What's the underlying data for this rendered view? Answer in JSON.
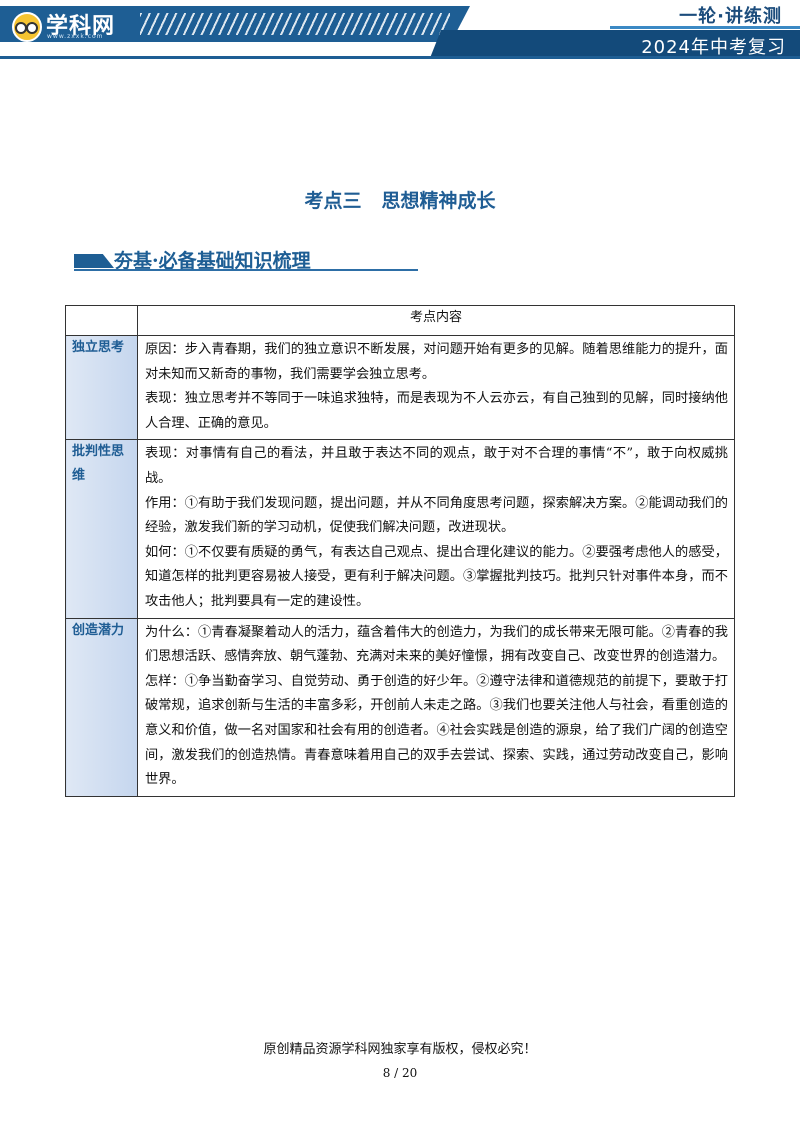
{
  "header": {
    "logo_text": "学科网",
    "logo_url": "www.zxxk.com",
    "series": "一轮·讲练测",
    "review": "2024年中考复习",
    "brand_color": "#1e5e94"
  },
  "title": {
    "part1": "考点三",
    "part2": "思想精神成长"
  },
  "section": {
    "heading": "夯基·必备基础知识梳理"
  },
  "table": {
    "column_header": "考点内容",
    "rows": [
      {
        "label": "独立思考",
        "paragraphs": [
          "原因：步入青春期，我们的独立意识不断发展，对问题开始有更多的见解。随着思维能力的提升，面对未知而又新奇的事物，我们需要学会独立思考。",
          "表现：独立思考并不等同于一味追求独特，而是表现为不人云亦云，有自己独到的见解，同时接纳他人合理、正确的意见。"
        ]
      },
      {
        "label": "批判性思维",
        "paragraphs": [
          "表现：对事情有自己的看法，并且敢于表达不同的观点，敢于对不合理的事情“不”，敢于向权威挑战。",
          "作用：①有助于我们发现问题，提出问题，并从不同角度思考问题，探索解决方案。②能调动我们的经验，激发我们新的学习动机，促使我们解决问题，改进现状。",
          "如何：①不仅要有质疑的勇气，有表达自己观点、提出合理化建议的能力。②要强考虑他人的感受，知道怎样的批判更容易被人接受，更有利于解决问题。③掌握批判技巧。批判只针对事件本身，而不攻击他人；批判要具有一定的建设性。"
        ]
      },
      {
        "label": "创造潜力",
        "paragraphs": [
          "为什么：①青春凝聚着动人的活力，蕴含着伟大的创造力，为我们的成长带来无限可能。②青春的我们思想活跃、感情奔放、朝气蓬勃、充满对未来的美好憧憬，拥有改变自己、改变世界的创造潜力。",
          "怎样：①争当勤奋学习、自觉劳动、勇于创造的好少年。②遵守法律和道德规范的前提下，要敢于打破常规，追求创新与生活的丰富多彩，开创前人未走之路。③我们也要关注他人与社会，看重创造的意义和价值，做一名对国家和社会有用的创造者。④社会实践是创造的源泉，给了我们广阔的创造空间，激发我们的创造热情。青春意味着用自己的双手去尝试、探索、实践，通过劳动改变自己，影响世界。"
        ]
      }
    ]
  },
  "footer": {
    "copyright": "原创精品资源学科网独家享有版权，侵权必究！",
    "page": "8 / 20"
  }
}
